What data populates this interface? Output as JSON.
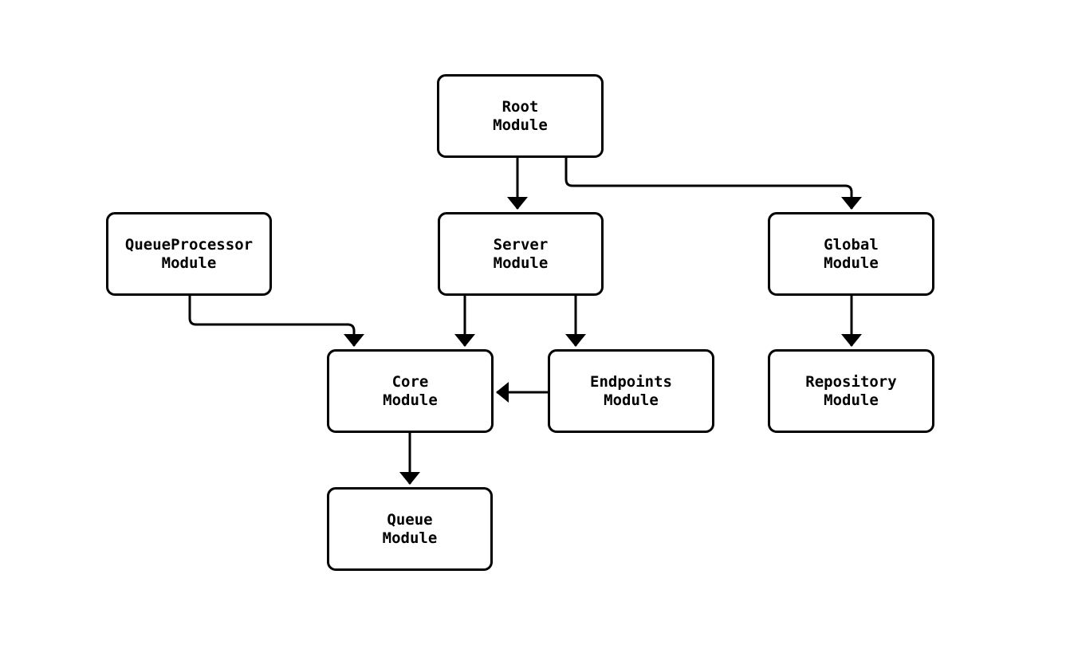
{
  "diagram": {
    "background_color": "#ffffff",
    "stroke_color": "#000000",
    "nodes": {
      "root": {
        "label": "Root\nModule"
      },
      "queue_processor": {
        "label": "QueueProcessor\nModule"
      },
      "server": {
        "label": "Server\nModule"
      },
      "global": {
        "label": "Global\nModule"
      },
      "core": {
        "label": "Core\nModule"
      },
      "endpoints": {
        "label": "Endpoints\nModule"
      },
      "repository": {
        "label": "Repository\nModule"
      },
      "queue": {
        "label": "Queue\nModule"
      }
    },
    "edges": [
      {
        "from": "Root Module",
        "to": "Server Module"
      },
      {
        "from": "Root Module",
        "to": "Global Module"
      },
      {
        "from": "QueueProcessor Module",
        "to": "Core Module"
      },
      {
        "from": "Server Module",
        "to": "Core Module"
      },
      {
        "from": "Server Module",
        "to": "Endpoints Module"
      },
      {
        "from": "Endpoints Module",
        "to": "Core Module"
      },
      {
        "from": "Core Module",
        "to": "Queue Module"
      },
      {
        "from": "Global Module",
        "to": "Repository Module"
      }
    ]
  }
}
